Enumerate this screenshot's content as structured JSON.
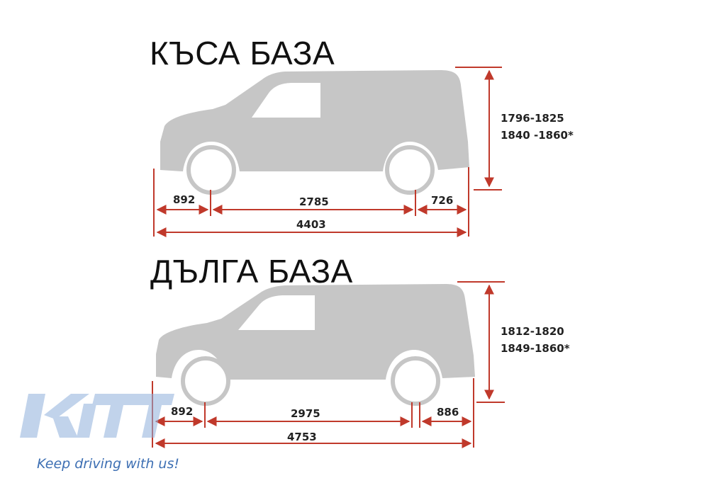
{
  "short_base": {
    "title": "КЪСА БАЗА",
    "height_line1": "1796-1825",
    "height_line2": "1840 -1860*",
    "front_overhang": "892",
    "wheelbase": "2785",
    "rear_overhang": "726",
    "total_length": "4403"
  },
  "long_base": {
    "title": "ДЪЛГА БАЗА",
    "height_line1": "1812-1820",
    "height_line2": "1849-1860*",
    "front_overhang": "892",
    "wheelbase": "2975",
    "rear_overhang": "886",
    "total_length": "4753"
  },
  "logo": {
    "wordmark": "KiTT",
    "tagline": "Keep driving with us!"
  },
  "colors": {
    "van_body": "#c6c6c6",
    "window": "#ffffff",
    "dimension_line": "#c0392b",
    "logo_blue": "#3d6fb3"
  }
}
